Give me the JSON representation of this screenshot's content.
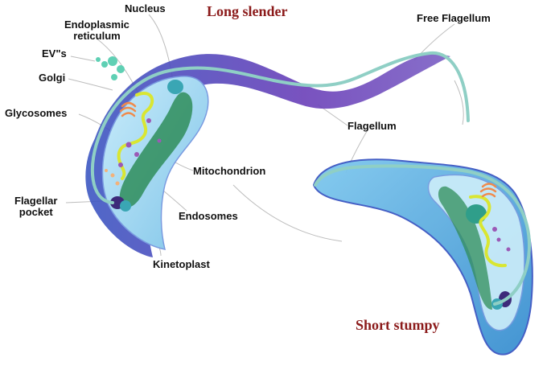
{
  "titles": {
    "long_slender": "Long slender",
    "short_stumpy": "Short stumpy"
  },
  "labels": {
    "nucleus": "Nucleus",
    "endoplasmic_reticulum": "Endoplasmic\nreticulum",
    "evs": "EV\"s",
    "golgi": "Golgi",
    "glycosomes": "Glycosomes",
    "flagellar_pocket": "Flagellar\npocket",
    "endosomes": "Endosomes",
    "kinetoplast": "Kinetoplast",
    "mitochondrion": "Mitochondrion",
    "flagellum": "Flagellum",
    "free_flagellum": "Free Flagellum"
  },
  "colors": {
    "title": "#8b1a1a",
    "outer_membrane": "#4a5fc9",
    "body_fill": "#9fd6f0",
    "mitochondrion": "#2f8d5a",
    "er_golgi": "#d9e632",
    "flagellum": "#8fcfc5",
    "golgi": "#f08a4b",
    "vesicle": "#9b59b6",
    "kinetoplast": "#3aa6b4",
    "ev": "#5fd0b4"
  }
}
